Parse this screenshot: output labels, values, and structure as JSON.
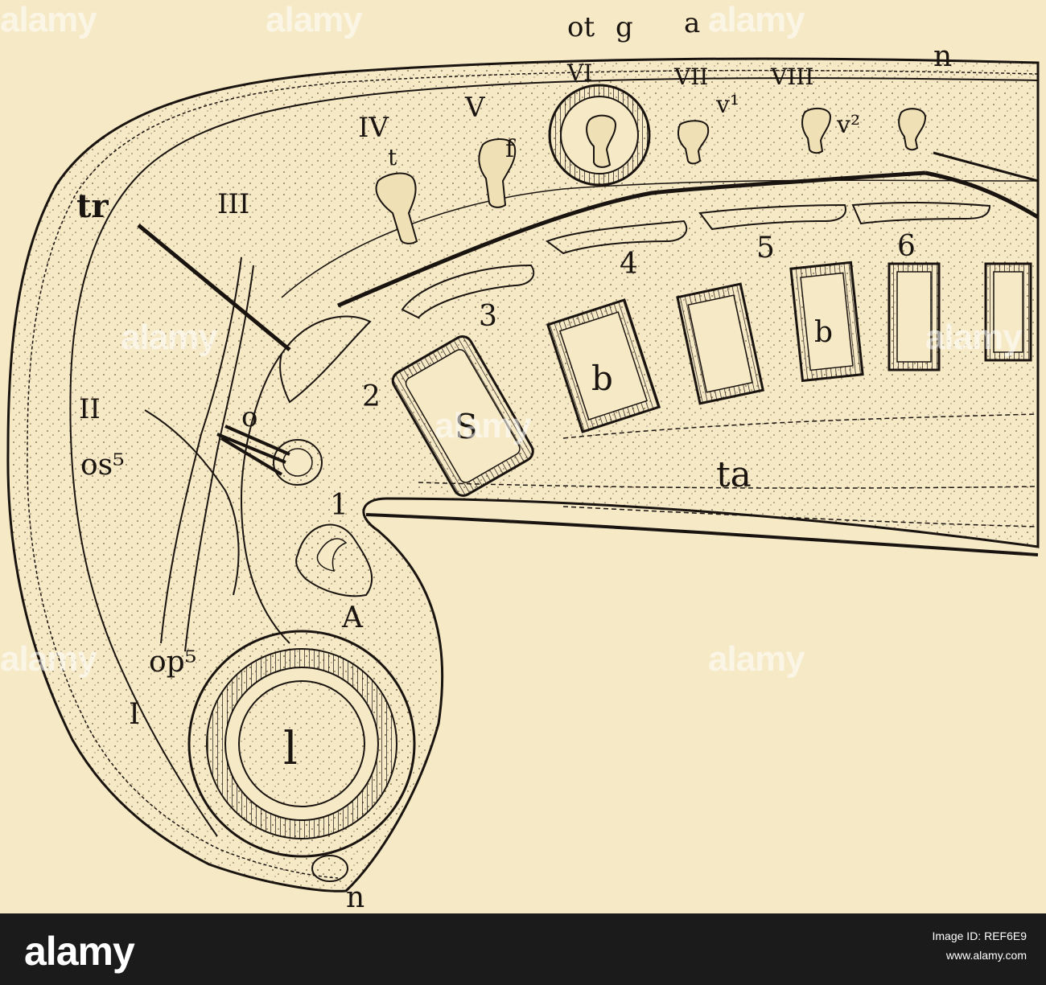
{
  "figure": {
    "labels": {
      "n_top": "n",
      "ot": "ot",
      "g": "g",
      "a": "a",
      "IV": "IV",
      "t": "t",
      "V": "V",
      "f": "f",
      "VI": "VI",
      "VII": "VII",
      "VIII": "VIII",
      "v1": "v¹",
      "v2": "v²",
      "tr": "tr",
      "III": "III",
      "n3": "3",
      "n4": "4",
      "n5": "5",
      "n6": "6",
      "II": "II",
      "o": "o",
      "n2": "2",
      "S": "S",
      "b1": "b",
      "b2": "b",
      "os5": "os⁵",
      "one": "1",
      "ta": "ta",
      "A": "A",
      "op5": "op⁵",
      "I": "I",
      "l": "l",
      "n_bottom": "n"
    }
  },
  "watermark": "alamy",
  "footer": {
    "brand": "alamy",
    "image_id": "Image ID: REF6E9",
    "site": "www.alamy.com"
  },
  "colors": {
    "paper": "#f6e9c6",
    "ink": "#1a1410",
    "footer_bg": "#1b1b1b"
  }
}
